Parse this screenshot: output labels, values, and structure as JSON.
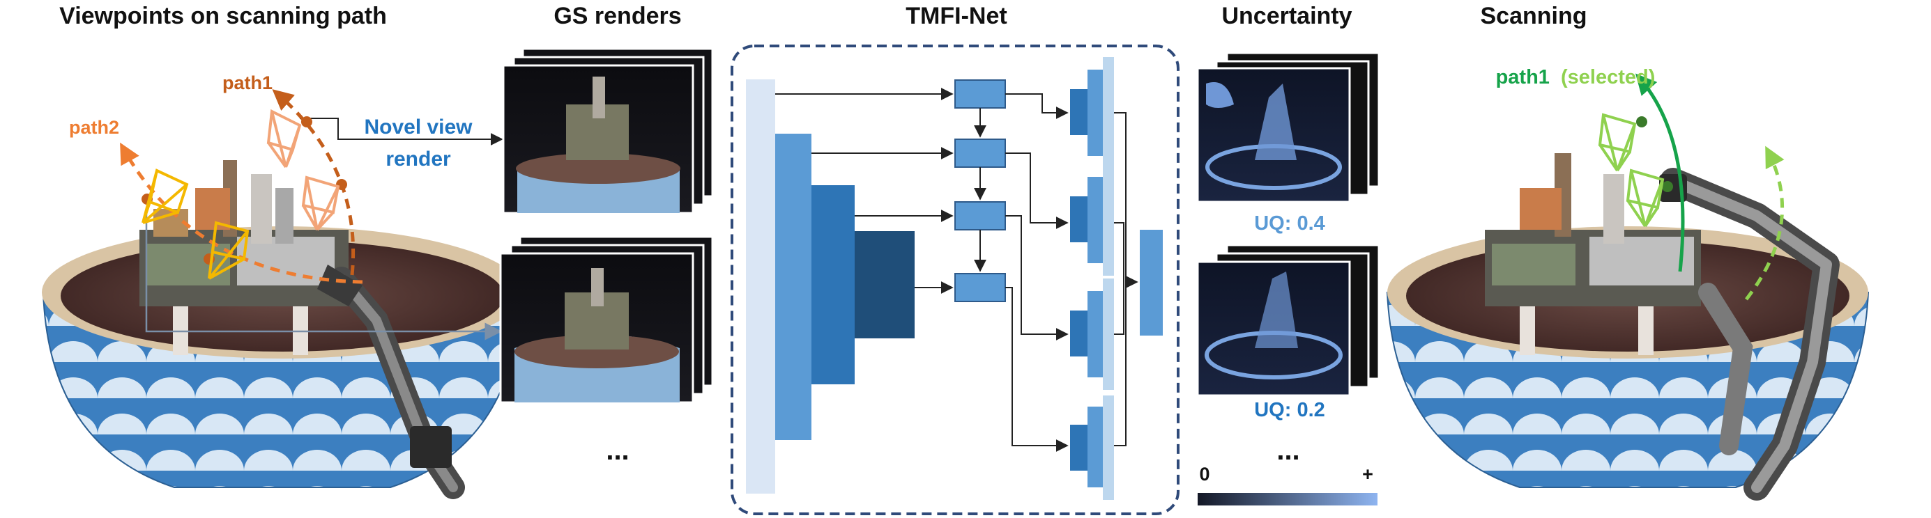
{
  "titles": {
    "viewpoints": "Viewpoints on scanning path",
    "gs_renders": "GS renders",
    "tmfi_net": "TMFI-Net",
    "uncertainty": "Uncertainty",
    "scanning": "Scanning"
  },
  "labels": {
    "path1": "path1",
    "path2": "path2",
    "novel_view_line1": "Novel view",
    "novel_view_line2": "render",
    "uq_top": "UQ: 0.4",
    "uq_bottom": "UQ: 0.2",
    "path1_selected_name": "path1",
    "path1_selected_tag": "(selected)",
    "ellipsis": "...",
    "colorbar_min": "0",
    "colorbar_max": "+"
  },
  "colors": {
    "path1": "#c45e1b",
    "path2": "#ee7d31",
    "camera_yellow": "#f4b800",
    "camera_peach": "#f2a477",
    "novel_view_blue": "#2175c0",
    "uq_top": "#5a9ad5",
    "uq_bottom": "#2175c0",
    "selected_green": "#16a34a",
    "light_green": "#8fd14f",
    "net_border": "#2f4a7a",
    "block_dark": "#1f4e79",
    "block_mid": "#2e75b6",
    "block_light": "#5b9bd5",
    "block_pale": "#bdd7ee",
    "block_palest": "#dae6f5",
    "colorbar_start": "#141826",
    "colorbar_end": "#8eb4f0"
  }
}
